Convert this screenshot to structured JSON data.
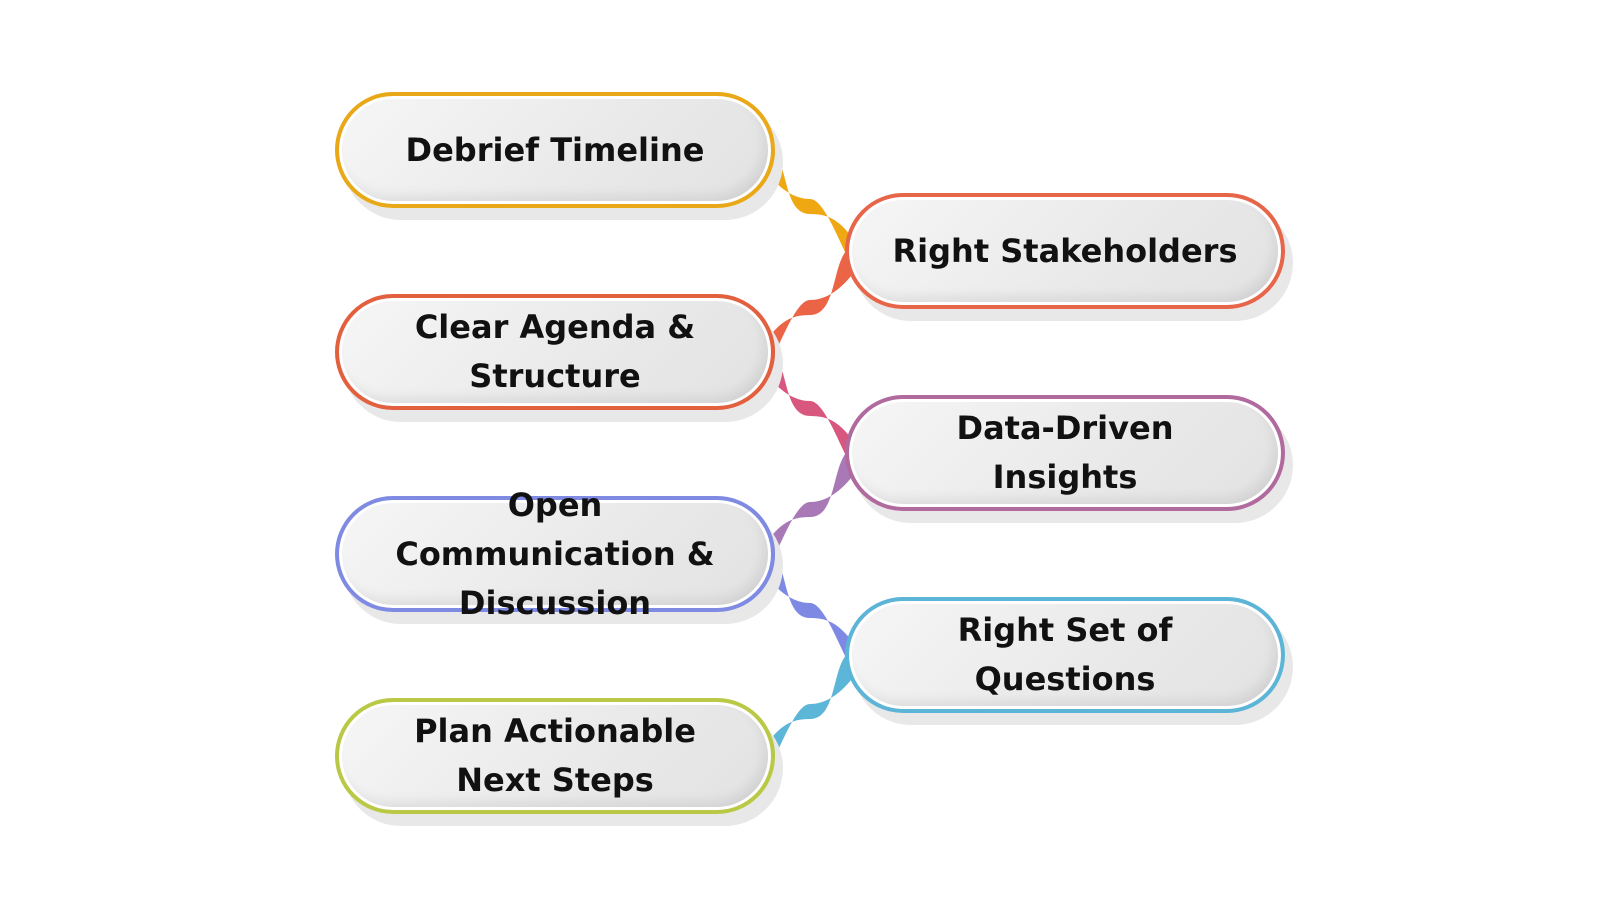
{
  "items": [
    {
      "label": "Debrief Timeline",
      "color": "#E9A817"
    },
    {
      "label": "Right Stakeholders",
      "color": "#E7664A"
    },
    {
      "label": "Clear Agenda & Structure",
      "color": "#E3603F"
    },
    {
      "label": "Data-Driven Insights",
      "color": "#B06A9E"
    },
    {
      "label": "Open Communication & Discussion",
      "color": "#7F8BE3"
    },
    {
      "label": "Right Set of Questions",
      "color": "#5CB4D6"
    },
    {
      "label": "Plan Actionable Next Steps",
      "color": "#B9C945"
    }
  ],
  "connector_colors": [
    "#EFA812",
    "#EC6446",
    "#D8577E",
    "#A978B6",
    "#7E89E4",
    "#5CB6D8"
  ]
}
